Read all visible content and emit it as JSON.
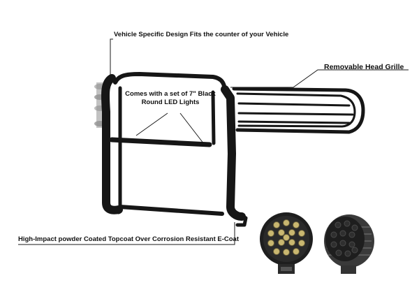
{
  "callouts": {
    "vehicle_specific": "Vehicle Specific Design Fits the counter of your Vehicle",
    "removable_grille": "Removable Head Grille",
    "led_lights_line1": "Comes with a set of 7\" Black",
    "led_lights_line2": "Round LED Lights",
    "coating": "High-Impact powder Coated Topcoat Over Corrosion Resistant E-Coat"
  },
  "colors": {
    "background": "#ffffff",
    "guard": "#161616",
    "leader_line": "#1a1a1a",
    "led_lens": "#c9b770",
    "led_housing": "#2a2a2a"
  }
}
